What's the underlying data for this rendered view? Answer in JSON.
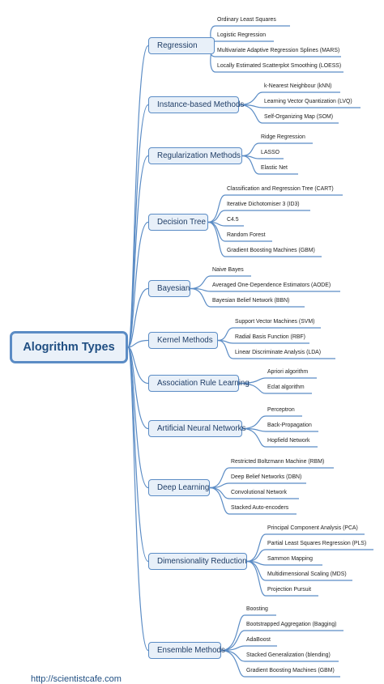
{
  "root": "Alogrithm Types",
  "categories": [
    {
      "label": "Regression",
      "items": [
        "Ordinary Least Squares",
        "Logistic Regression",
        "Multivariate Adaptive Regression Splines (MARS)",
        "Locally Estimated Scatterplot Smoothing (LOESS)"
      ]
    },
    {
      "label": "Instance-based Methods",
      "items": [
        "k-Nearest Neighbour (kNN)",
        "Learning Vector Quantization (LVQ)",
        "Self-Organizing Map (SOM)"
      ]
    },
    {
      "label": "Regularization Methods",
      "items": [
        "Ridge Regression",
        "LASSO",
        "Elastic Net"
      ]
    },
    {
      "label": "Decision Tree",
      "items": [
        "Classification and Regression Tree (CART)",
        "Iterative Dichotomiser 3 (ID3)",
        "C4.5",
        "Random Forest",
        "Gradient Boosting Machines (GBM)"
      ]
    },
    {
      "label": "Bayesian",
      "items": [
        "Naive Bayes",
        "Averaged One-Dependence Estimators (AODE)",
        "Bayesian Belief Network (BBN)"
      ]
    },
    {
      "label": "Kernel Methods",
      "items": [
        "Support Vector Machines (SVM)",
        "Radial Basis Function (RBF)",
        "Linear Discriminate Analysis (LDA)"
      ]
    },
    {
      "label": "Association Rule Learning",
      "items": [
        "Apriori algorithm",
        "Eclat algorithm"
      ]
    },
    {
      "label": "Artificial Neural Networks",
      "items": [
        "Perceptron",
        "Back-Propagation",
        "Hopfield Network"
      ]
    },
    {
      "label": "Deep Learning",
      "items": [
        "Restricted Boltzmann Machine (RBM)",
        "Deep Belief Networks (DBN)",
        "Convolutional Network",
        "Stacked Auto-encoders"
      ]
    },
    {
      "label": "Dimensionality Reduction",
      "items": [
        "Principal Component Analysis (PCA)",
        "Partial Least Squares Regression (PLS)",
        "Sammon Mapping",
        "Multidimensional Scaling (MDS)",
        "Projection Pursuit"
      ]
    },
    {
      "label": "Ensemble Methods",
      "items": [
        "Boosting",
        "Bootstrapped Aggregation (Bagging)",
        "AdaBoost",
        "Stacked Generalization (blending)",
        "Gradient Boosting Machines (GBM)"
      ]
    }
  ],
  "watermark": "http://scientistcafe.com",
  "colors": {
    "line": "#5b8cc5",
    "box_fill": "#e8f0f9",
    "root_border": "#5b8cc5",
    "text": "#1f3d66"
  }
}
